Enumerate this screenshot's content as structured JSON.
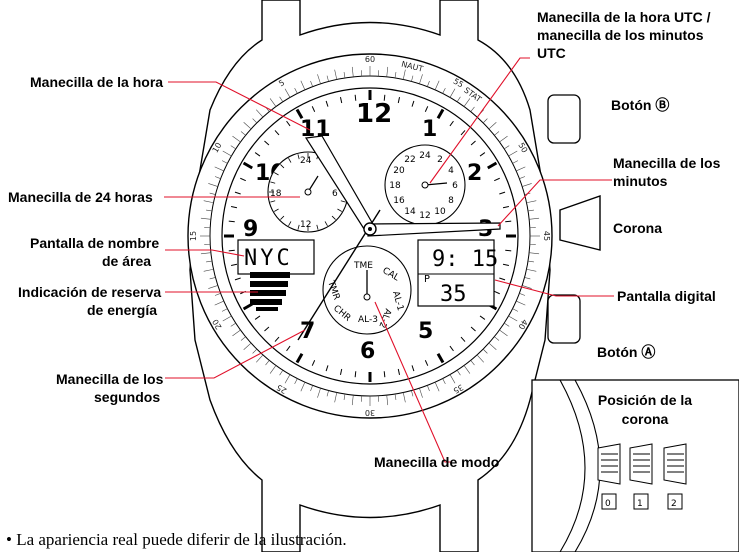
{
  "labels": {
    "hour_hand": "Manecilla de la hora",
    "h24_hand": "Manecilla de 24 horas",
    "area_name_display": [
      "Pantalla de nombre",
      "de área"
    ],
    "power_reserve": [
      "Indicación de reserva",
      "de energía"
    ],
    "second_hand": [
      "Manecilla de los",
      "segundos"
    ],
    "mode_hand": "Manecilla de modo",
    "utc_hand": [
      "Manecilla de la hora UTC /",
      "manecilla de los minutos",
      "UTC"
    ],
    "button_b": "Botón Ⓑ",
    "minute_hand": [
      "Manecilla de los",
      "minutos"
    ],
    "crown": "Corona",
    "digital_display": "Pantalla digital",
    "button_a": "Botón Ⓐ"
  },
  "dial": {
    "hour_numerals": [
      "12",
      "1",
      "2",
      "3",
      "5",
      "6",
      "7",
      "9",
      "10",
      "11"
    ],
    "bezel_numbers": [
      "60",
      "55",
      "50",
      "45",
      "40",
      "35",
      "30",
      "25",
      "20",
      "15",
      "10",
      "5"
    ],
    "bezel_marks": [
      "NAUT",
      "STAT"
    ],
    "left_subdial": [
      "24",
      "6",
      "12",
      "18"
    ],
    "right_subdial": [
      "24",
      "22",
      "20",
      "18",
      "16",
      "14",
      "12",
      "10",
      "8",
      "6",
      "4",
      "2"
    ],
    "mode_dial": [
      "TME",
      "CAL",
      "AL-1",
      "AL-2",
      "AL-3",
      "CHR",
      "TMR"
    ],
    "left_lcd": "NYC",
    "right_lcd_top": "9: 15",
    "right_lcd_p": "P",
    "right_lcd_bottom": "35"
  },
  "inset": {
    "title": "Posición de la corona",
    "positions": [
      "0",
      "1",
      "2"
    ]
  },
  "note": "• La apariencia real puede diferir de la ilustración."
}
